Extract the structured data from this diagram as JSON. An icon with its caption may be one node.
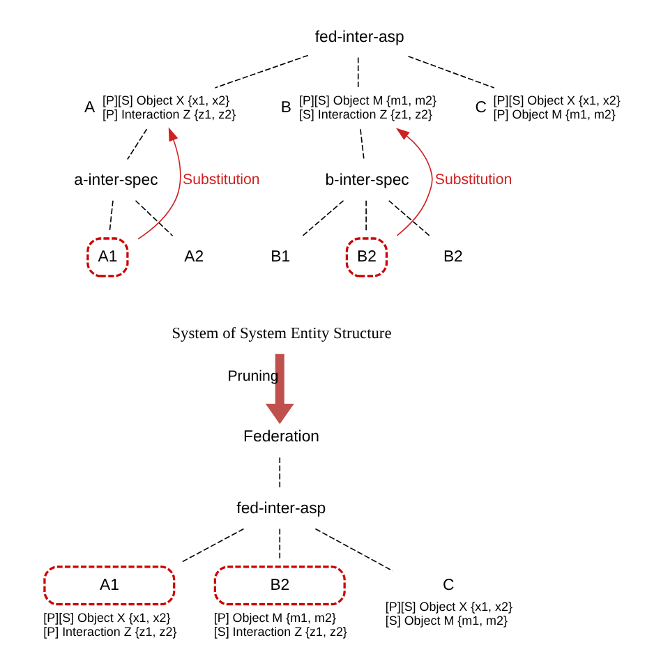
{
  "diagram": {
    "nodes": [
      {
        "text": [
          "fed-inter-asp"
        ]
      },
      {
        "text": [
          "A"
        ],
        "beside": [
          "[P][S] Object X {x1, x2}",
          "[P] Interaction Z {z1, z2}"
        ]
      },
      {
        "text": [
          "B"
        ],
        "beside": [
          "[P][S] Object M {m1, m2}",
          "[S] Interaction Z {z1, z2}"
        ]
      },
      {
        "text": [
          "C"
        ],
        "beside": [
          "[P][S] Object X {x1, x2}",
          "[P] Object M {m1, m2}"
        ]
      },
      {
        "text": [
          "a-inter-spec"
        ]
      },
      {
        "text": [
          "A1"
        ]
      },
      {
        "text": [
          "A2"
        ]
      },
      {
        "text": [
          "b-inter-spec"
        ]
      },
      {
        "text": [
          "B1"
        ]
      },
      {
        "text": [
          "B2"
        ]
      },
      {
        "text": [
          "B2"
        ]
      },
      {
        "text": [
          "System of System Entity Structure"
        ]
      },
      {
        "text": [
          "Federation"
        ]
      },
      {
        "text": [
          "fed-inter-asp"
        ]
      },
      {
        "text": [
          "A1"
        ],
        "beside": [
          "[P][S] Object X {x1, x2}",
          "[P] Interaction Z {z1, z2}"
        ]
      },
      {
        "text": [
          "B2"
        ],
        "beside": [
          "[P] Object M {m1, m2}",
          "[S] Interaction Z {z1, z2}"
        ]
      },
      {
        "text": [
          "C"
        ],
        "beside": [
          "[P][S] Object X {x1, x2}",
          "[S] Object M {m1, m2}"
        ]
      }
    ],
    "edges": [
      {
        "from": 0,
        "to": 1,
        "arrow": "none",
        "style": "dashed"
      },
      {
        "from": 0,
        "to": 2,
        "arrow": "none",
        "style": "dashed"
      },
      {
        "from": 0,
        "to": 3,
        "arrow": "none",
        "style": "dashed"
      },
      {
        "from": 1,
        "to": 4,
        "arrow": "none",
        "style": "dashed"
      },
      {
        "from": 4,
        "to": 5,
        "arrow": "none",
        "style": "dashed"
      },
      {
        "from": 4,
        "to": 6,
        "arrow": "none",
        "style": "dashed"
      },
      {
        "from": 2,
        "to": 7,
        "arrow": "none",
        "style": "dashed"
      },
      {
        "from": 7,
        "to": 8,
        "arrow": "none",
        "style": "dashed"
      },
      {
        "from": 7,
        "to": 9,
        "arrow": "none",
        "style": "dashed"
      },
      {
        "from": 7,
        "to": 10,
        "arrow": "none",
        "style": "dashed"
      },
      {
        "from": 5,
        "to": 1,
        "arrow": "to",
        "label": "Substitution",
        "color": "#d02020"
      },
      {
        "from": 9,
        "to": 2,
        "arrow": "to",
        "label": "Substitution",
        "color": "#d02020"
      },
      {
        "from": 11,
        "to": 12,
        "arrow": "to",
        "label": "Pruning",
        "style": "thick",
        "color": "#c0504d"
      },
      {
        "from": 12,
        "to": 13,
        "arrow": "none",
        "style": "dashed"
      },
      {
        "from": 13,
        "to": 14,
        "arrow": "none",
        "style": "dashed"
      },
      {
        "from": 13,
        "to": 15,
        "arrow": "none",
        "style": "dashed"
      },
      {
        "from": 13,
        "to": 16,
        "arrow": "none",
        "style": "dashed"
      }
    ]
  }
}
